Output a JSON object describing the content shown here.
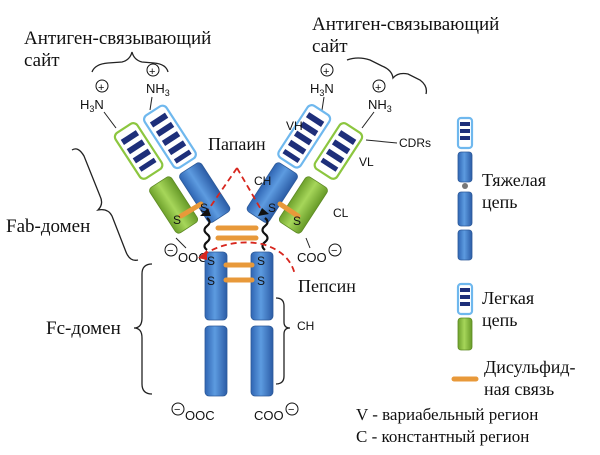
{
  "labels": {
    "antigen_site_left_line1": "Антиген-связывающий",
    "antigen_site_left_line2": "сайт",
    "antigen_site_right_line1": "Антиген-связывающий",
    "antigen_site_right_line2": "сайт",
    "papain": "Папаин",
    "pepsin": "Пепсин",
    "fab_domain": "Fab-домен",
    "fc_domain": "Fc-домен",
    "vh": "VH",
    "vl": "VL",
    "cdrs": "CDRs",
    "ch_upper": "CH",
    "cl": "CL",
    "ch_lower": "CH",
    "nh3": "NH",
    "h3n_prefix": "H",
    "h3n_suffix": "N",
    "sub3": "3",
    "plus": "+",
    "minus": "−",
    "s": "S",
    "ooc": "OOC",
    "coo": "COO"
  },
  "legend": {
    "heavy_line1": "Тяжелая",
    "heavy_line2": "цепь",
    "light_line1": "Легкая",
    "light_line2": "цепь",
    "disulfide_line1": "Дисульфид-",
    "disulfide_line2": "ная связь",
    "v_region": "V - вариабельный регион",
    "c_region": "C - константный регион"
  },
  "colors": {
    "heavy_chain": "#3b78c8",
    "light_chain": "#8cc63f",
    "disulfide": "#e8993a",
    "cleavage": "#d7261e",
    "cdr": "#1e2f7a"
  }
}
